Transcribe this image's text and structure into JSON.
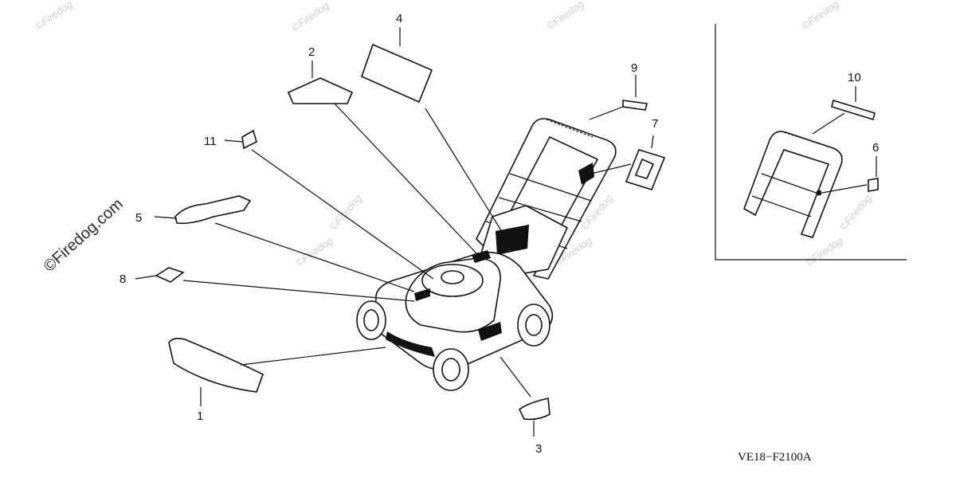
{
  "callouts": {
    "c1": "1",
    "c2": "2",
    "c3": "3",
    "c4": "4",
    "c5": "5",
    "c6": "6",
    "c7": "7",
    "c8": "8",
    "c9": "9",
    "c10": "10",
    "c11": "11"
  },
  "diagram_code": "VE18−F2100A",
  "watermark": {
    "main": "©Firedog.com",
    "small": "©Firedog"
  }
}
